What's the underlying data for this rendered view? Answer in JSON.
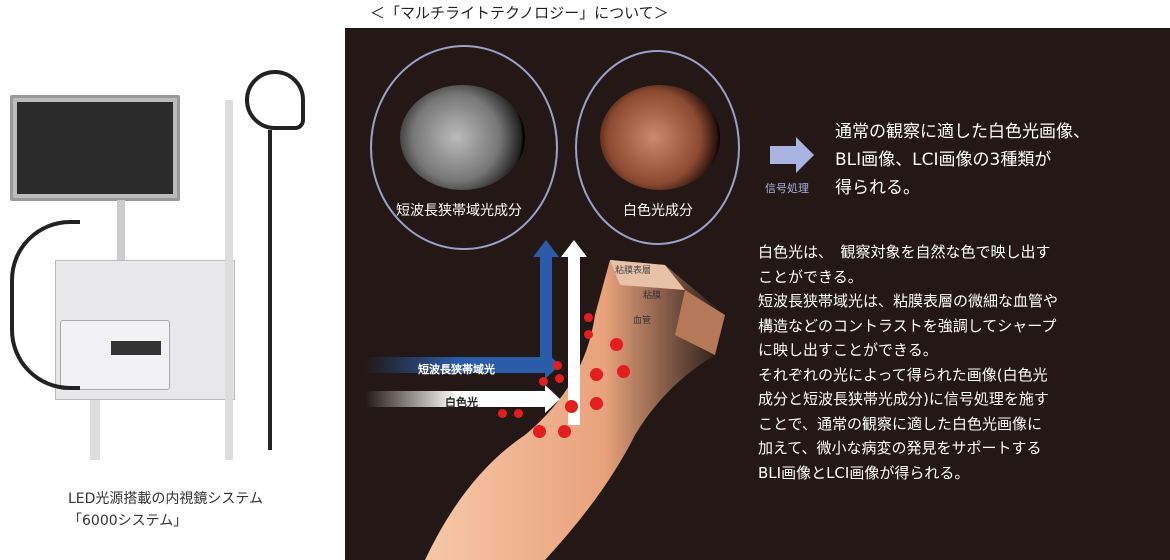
{
  "title": "＜「マルチライトテクノロジー」について＞",
  "circles": [
    {
      "label": "短波長狭帯域光成分"
    },
    {
      "label": "白色光成分"
    }
  ],
  "signal_label": "信号処理",
  "summary_lines": [
    "通常の観察に適した白色光画像、",
    "BLI画像、LCI画像の3種類が",
    "得られる。"
  ],
  "diagram": {
    "blue_arrow_label": "短波長狭帯域光",
    "white_arrow_label": "白色光",
    "layer_labels": [
      "粘膜表層",
      "粘膜",
      "血管"
    ]
  },
  "description_lines": [
    "白色光は、　観察対象を自然な色で映し出す",
    "ことができる。",
    "短波長狭帯域光は、粘膜表層の微細な血管や",
    "構造などのコントラストを強調してシャープ",
    "に映し出すことができる。",
    "それぞれの光によって得られた画像(白色光",
    "成分と短波長狭帯光成分)に信号処理を施す",
    "ことで、通常の観察に適した白色光画像に",
    "加えて、微小な病変の発見をサポートする",
    "BLI画像とLCI画像が得られる。"
  ],
  "caption_lines": [
    "LED光源搭載の内視鏡システム",
    "「6000システム」"
  ],
  "colors": {
    "panel": "#231815",
    "blue": "#2a5caa",
    "arrow": "#a9b3e0",
    "vessel": "#e41e1e"
  }
}
